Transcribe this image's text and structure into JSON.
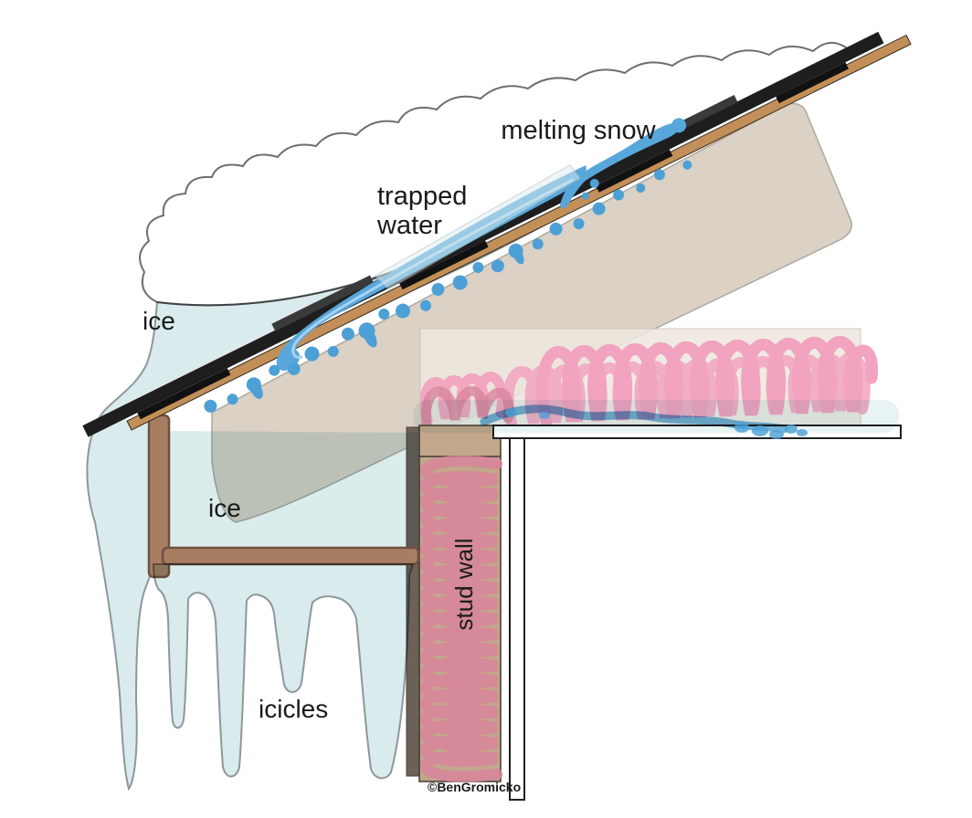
{
  "diagram": {
    "title": "ice dam formation diagram",
    "labels": {
      "melting_snow": "melting snow",
      "trapped_line1": "trapped",
      "trapped_line2": "water",
      "ice_upper": "ice",
      "ice_lower": "ice",
      "icicles": "icicles",
      "stud_wall": "stud wall",
      "copyright": "©BenGromicko"
    },
    "colors": {
      "cloud_stroke": "#6E6E6E",
      "ice": "#D9EBEC",
      "ice_stroke": "#8E979B",
      "water": "#58A7DB",
      "water_light": "#A9D2F1",
      "drop": "#4DA0D6",
      "deck": "#DBD1C5",
      "deck_stroke": "#ADA89E",
      "sheathing": "#C28F58",
      "sheathing_stroke": "#332A20",
      "shingle": "#1E1E1E",
      "shingle_step": "#3A3A3A",
      "board": "#A77E62",
      "board_stroke": "#6F5040",
      "wall": "#C2A78A",
      "wall_stroke": "#40392F",
      "wall_sheathing": "#6B6158",
      "insul_attic": "#F2A3BF",
      "insul_wall": "#D8849B",
      "backdrop": "#EFE8E0",
      "backdrop_stroke": "#CCC5BA",
      "drywall_stroke": "#1F1F1F",
      "text": "#1A1A1A"
    }
  }
}
